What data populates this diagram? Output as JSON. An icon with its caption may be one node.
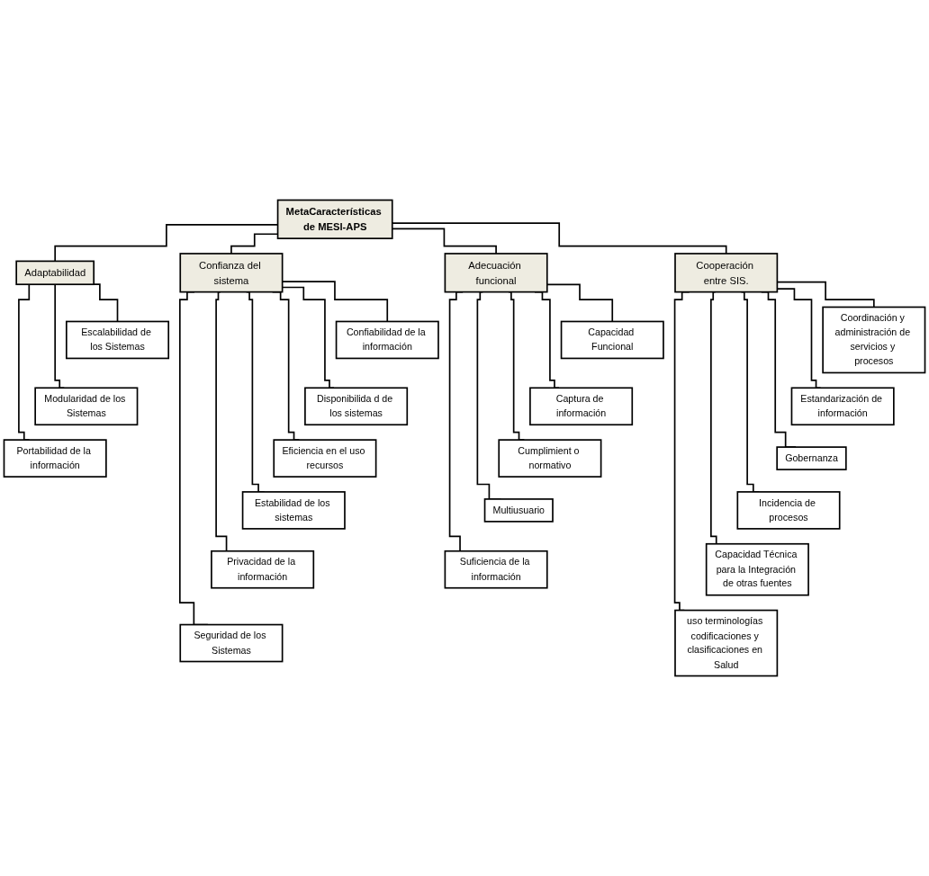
{
  "diagram": {
    "nodes": [
      {
        "text": [
          "MetaCaracterísticas de MESI-APS"
        ]
      },
      {
        "text": [
          "Adaptabilidad"
        ]
      },
      {
        "text": [
          "Confianza del sistema"
        ]
      },
      {
        "text": [
          "Cooperación entre SIS."
        ]
      },
      {
        "text": [
          "Adecuación funcional"
        ]
      },
      {
        "text": [
          "Escalabilidad de los Sistemas"
        ]
      },
      {
        "text": [
          "Modularidad de los Sistemas"
        ]
      },
      {
        "text": [
          "Portabilidad de la información"
        ]
      },
      {
        "text": [
          "Confiabilidad de la información"
        ]
      },
      {
        "text": [
          "Disponibilida d de los sistemas"
        ]
      },
      {
        "text": [
          "Eficiencia en el uso recursos"
        ]
      },
      {
        "text": [
          "Estabilidad de los sistemas"
        ]
      },
      {
        "text": [
          "Privacidad de la información"
        ]
      },
      {
        "text": [
          "Seguridad de los Sistemas"
        ]
      },
      {
        "text": [
          "Coordinación y administración de servicios y procesos"
        ]
      },
      {
        "text": [
          "Estandarización de información"
        ]
      },
      {
        "text": [
          "Gobernanza"
        ]
      },
      {
        "text": [
          "Incidencia de procesos"
        ]
      },
      {
        "text": [
          "Capacidad Técnica para la Integración de otras fuentes"
        ]
      },
      {
        "text": [
          "uso terminologías codificaciones y clasificaciones en Salud"
        ]
      },
      {
        "text": [
          "Capacidad Funcional"
        ]
      },
      {
        "text": [
          "Captura de información"
        ]
      },
      {
        "text": [
          "Cumplimient o normativo"
        ]
      },
      {
        "text": [
          "Multiusuario"
        ]
      },
      {
        "text": [
          "Suficiencia de la información"
        ]
      }
    ],
    "edges": [
      {
        "from": 0,
        "to": 1,
        "arrow": "none"
      },
      {
        "from": 0,
        "to": 2,
        "arrow": "none"
      },
      {
        "from": 0,
        "to": 3,
        "arrow": "none"
      },
      {
        "from": 0,
        "to": 4,
        "arrow": "none"
      },
      {
        "from": 1,
        "to": 5,
        "arrow": "none"
      },
      {
        "from": 1,
        "to": 6,
        "arrow": "none"
      },
      {
        "from": 1,
        "to": 7,
        "arrow": "none"
      },
      {
        "from": 2,
        "to": 8,
        "arrow": "none"
      },
      {
        "from": 2,
        "to": 9,
        "arrow": "none"
      },
      {
        "from": 2,
        "to": 10,
        "arrow": "none"
      },
      {
        "from": 2,
        "to": 11,
        "arrow": "none"
      },
      {
        "from": 2,
        "to": 12,
        "arrow": "none"
      },
      {
        "from": 2,
        "to": 13,
        "arrow": "none"
      },
      {
        "from": 3,
        "to": 14,
        "arrow": "none"
      },
      {
        "from": 3,
        "to": 15,
        "arrow": "none"
      },
      {
        "from": 3,
        "to": 16,
        "arrow": "none"
      },
      {
        "from": 3,
        "to": 17,
        "arrow": "none"
      },
      {
        "from": 3,
        "to": 18,
        "arrow": "none"
      },
      {
        "from": 3,
        "to": 19,
        "arrow": "none"
      },
      {
        "from": 4,
        "to": 20,
        "arrow": "none"
      },
      {
        "from": 4,
        "to": 21,
        "arrow": "none"
      },
      {
        "from": 4,
        "to": 22,
        "arrow": "none"
      },
      {
        "from": 4,
        "to": 23,
        "arrow": "none"
      },
      {
        "from": 4,
        "to": 24,
        "arrow": "none"
      }
    ]
  }
}
